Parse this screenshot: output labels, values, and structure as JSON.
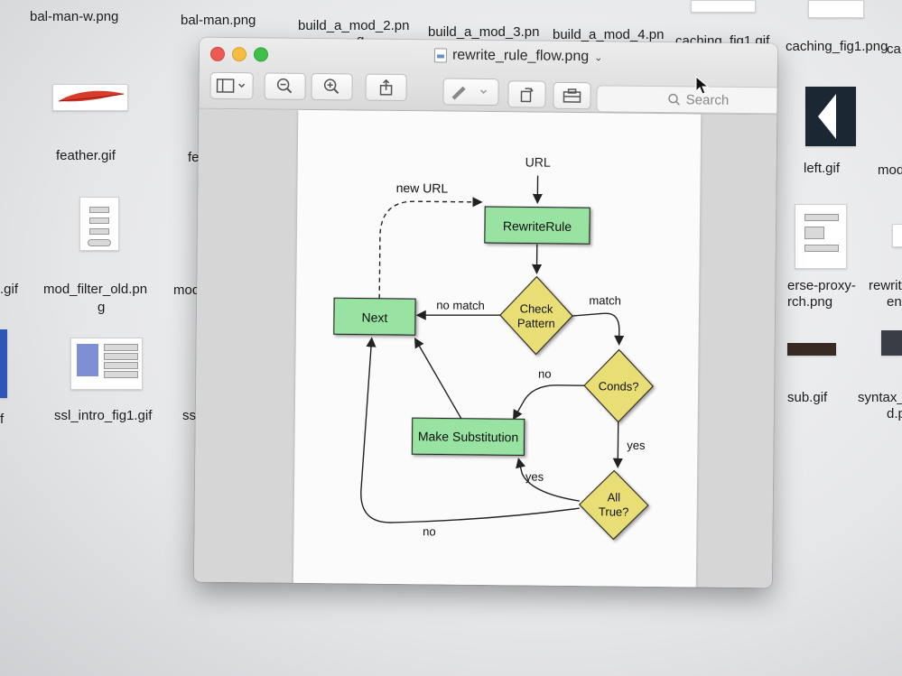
{
  "desktop": {
    "top_files": [
      "bal-man-w.png",
      "bal-man.png",
      "build_a_mod_2.pn",
      "build_a_mod_3.pn",
      "build_a_mod_4.pn",
      "caching_fig1.gif",
      "caching_fig1.png",
      "ca"
    ],
    "overflow_glyph": "g",
    "left_files": [
      "feather.gif",
      ".gif",
      "mod_filter_old.pn",
      "ssl_intro_fig1.gif"
    ],
    "left_wrap": "g",
    "partial_files": [
      "fe",
      "mod",
      "ssl_i"
    ],
    "right_files": [
      "left.gif",
      "mod",
      "erse-proxy-",
      "rch.png",
      "rewrit",
      "en",
      "sub.gif",
      "syntax_r",
      "d.p"
    ],
    "stray_char": "f"
  },
  "window": {
    "title": "rewrite_rule_flow.png",
    "title_chevron": "⌄",
    "search_placeholder": "Search",
    "toolbar_icons": [
      "sidebar-toggle-icon",
      "zoom-out-icon",
      "zoom-in-icon",
      "share-icon",
      "markup-pen-icon",
      "rotate-icon",
      "toolbox-icon",
      "search-icon"
    ]
  },
  "diagram": {
    "start_label": "URL",
    "new_url_label": "new URL",
    "rewrite_rule": "RewriteRule",
    "check_pattern": [
      "Check",
      "Pattern"
    ],
    "next": "Next",
    "no_match": "no match",
    "match": "match",
    "conds": "Conds?",
    "no_label_conds": "no",
    "make_substitution": "Make Substitution",
    "yes_conds": "yes",
    "yes_all": "yes",
    "all_true": [
      "All",
      "True?"
    ],
    "no_all": "no",
    "colors": {
      "green": "#98e3a2",
      "yellow": "#e8de74",
      "stroke": "#222222"
    }
  }
}
